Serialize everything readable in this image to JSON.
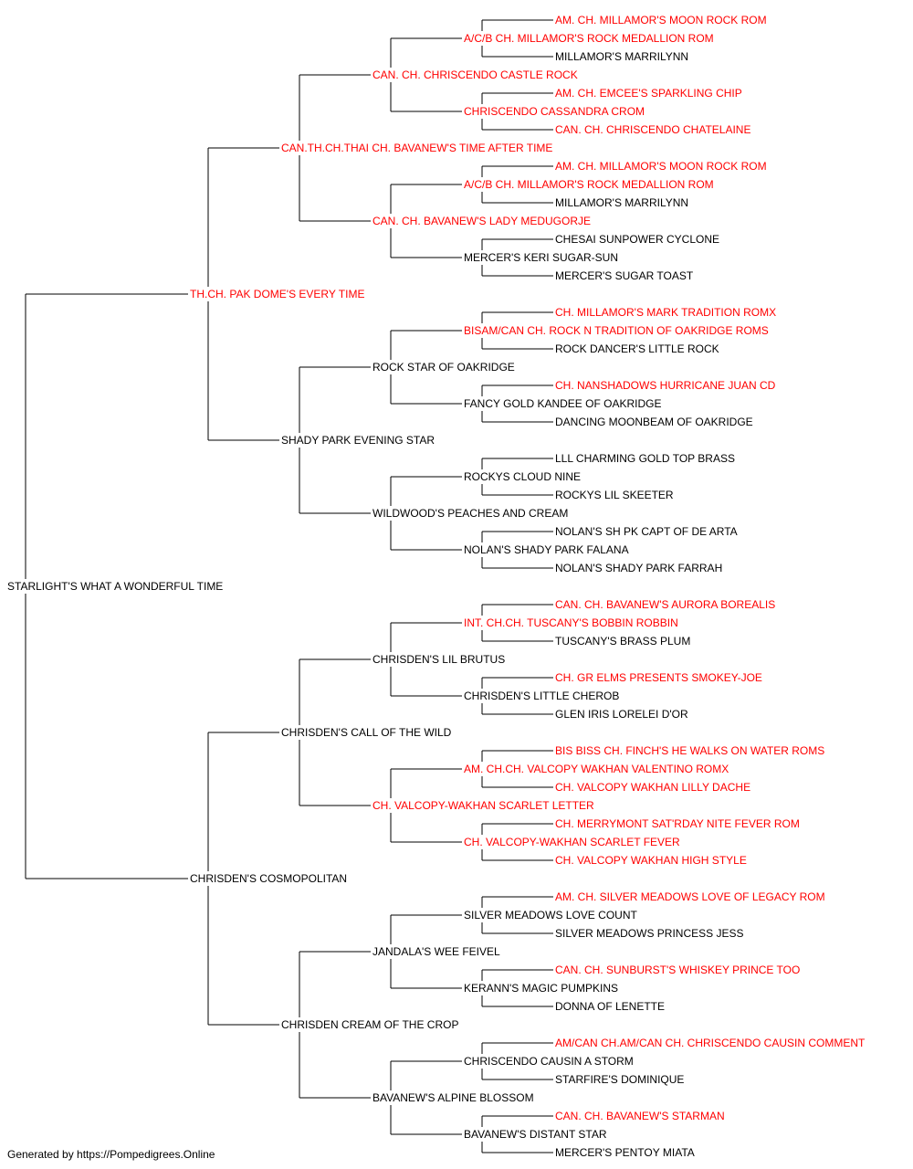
{
  "colors": {
    "champion": "#ff0000",
    "normal": "#000000",
    "line": "#000000"
  },
  "footer": "Generated by https://Pompedigrees.Online",
  "pedigree": {
    "name": "STARLIGHT'S WHAT A WONDERFUL TIME",
    "champion": false,
    "sire": {
      "name": "TH.CH. PAK DOME'S EVERY TIME",
      "champion": true,
      "sire": {
        "name": "CAN.TH.CH.THAI CH. BAVANEW'S TIME AFTER TIME",
        "champion": true,
        "sire": {
          "name": "CAN. CH. CHRISCENDO CASTLE ROCK",
          "champion": true,
          "sire": {
            "name": "A/C/B CH. MILLAMOR'S ROCK MEDALLION ROM",
            "champion": true,
            "sire": {
              "name": "AM. CH. MILLAMOR'S MOON ROCK ROM",
              "champion": true
            },
            "dam": {
              "name": "MILLAMOR'S MARRILYNN",
              "champion": false
            }
          },
          "dam": {
            "name": "CHRISCENDO CASSANDRA CROM",
            "champion": true,
            "sire": {
              "name": "AM. CH. EMCEE'S SPARKLING CHIP",
              "champion": true
            },
            "dam": {
              "name": "CAN. CH. CHRISCENDO CHATELAINE",
              "champion": true
            }
          }
        },
        "dam": {
          "name": "CAN. CH. BAVANEW'S LADY MEDUGORJE",
          "champion": true,
          "sire": {
            "name": "A/C/B CH. MILLAMOR'S ROCK MEDALLION ROM",
            "champion": true,
            "sire": {
              "name": "AM. CH. MILLAMOR'S MOON ROCK ROM",
              "champion": true
            },
            "dam": {
              "name": "MILLAMOR'S MARRILYNN",
              "champion": false
            }
          },
          "dam": {
            "name": "MERCER'S KERI SUGAR-SUN",
            "champion": false,
            "sire": {
              "name": "CHESAI SUNPOWER CYCLONE",
              "champion": false
            },
            "dam": {
              "name": "MERCER'S SUGAR TOAST",
              "champion": false
            }
          }
        }
      },
      "dam": {
        "name": "SHADY PARK EVENING STAR",
        "champion": false,
        "sire": {
          "name": "ROCK STAR OF OAKRIDGE",
          "champion": false,
          "sire": {
            "name": "BISAM/CAN CH. ROCK N TRADITION OF OAKRIDGE ROMS",
            "champion": true,
            "sire": {
              "name": "CH. MILLAMOR'S MARK TRADITION ROMX",
              "champion": true
            },
            "dam": {
              "name": "ROCK DANCER'S LITTLE ROCK",
              "champion": false
            }
          },
          "dam": {
            "name": "FANCY GOLD KANDEE OF OAKRIDGE",
            "champion": false,
            "sire": {
              "name": "CH. NANSHADOWS HURRICANE JUAN CD",
              "champion": true
            },
            "dam": {
              "name": "DANCING MOONBEAM OF OAKRIDGE",
              "champion": false
            }
          }
        },
        "dam": {
          "name": "WILDWOOD'S PEACHES AND CREAM",
          "champion": false,
          "sire": {
            "name": "ROCKYS CLOUD NINE",
            "champion": false,
            "sire": {
              "name": "LLL CHARMING GOLD TOP BRASS",
              "champion": false
            },
            "dam": {
              "name": "ROCKYS LIL SKEETER",
              "champion": false
            }
          },
          "dam": {
            "name": "NOLAN'S SHADY PARK FALANA",
            "champion": false,
            "sire": {
              "name": "NOLAN'S SH PK CAPT OF DE ARTA",
              "champion": false
            },
            "dam": {
              "name": "NOLAN'S SHADY PARK FARRAH",
              "champion": false
            }
          }
        }
      }
    },
    "dam": {
      "name": "CHRISDEN'S COSMOPOLITAN",
      "champion": false,
      "sire": {
        "name": "CHRISDEN'S CALL OF THE WILD",
        "champion": false,
        "sire": {
          "name": "CHRISDEN'S LIL BRUTUS",
          "champion": false,
          "sire": {
            "name": "INT. CH.CH. TUSCANY'S BOBBIN ROBBIN",
            "champion": true,
            "sire": {
              "name": "CAN. CH. BAVANEW'S AURORA BOREALIS",
              "champion": true
            },
            "dam": {
              "name": "TUSCANY'S BRASS PLUM",
              "champion": false
            }
          },
          "dam": {
            "name": "CHRISDEN'S LITTLE CHEROB",
            "champion": false,
            "sire": {
              "name": "CH. GR ELMS PRESENTS SMOKEY-JOE",
              "champion": true
            },
            "dam": {
              "name": "GLEN IRIS LORELEI D'OR",
              "champion": false
            }
          }
        },
        "dam": {
          "name": "CH. VALCOPY-WAKHAN SCARLET LETTER",
          "champion": true,
          "sire": {
            "name": "AM. CH.CH. VALCOPY WAKHAN VALENTINO ROMX",
            "champion": true,
            "sire": {
              "name": "BIS BISS CH. FINCH'S HE WALKS ON WATER ROMS",
              "champion": true
            },
            "dam": {
              "name": "CH. VALCOPY WAKHAN LILLY DACHE",
              "champion": true
            }
          },
          "dam": {
            "name": "CH. VALCOPY-WAKHAN SCARLET FEVER",
            "champion": true,
            "sire": {
              "name": "CH. MERRYMONT SAT'RDAY NITE FEVER ROM",
              "champion": true
            },
            "dam": {
              "name": "CH. VALCOPY WAKHAN HIGH STYLE",
              "champion": true
            }
          }
        }
      },
      "dam": {
        "name": "CHRISDEN CREAM OF THE CROP",
        "champion": false,
        "sire": {
          "name": "JANDALA'S WEE FEIVEL",
          "champion": false,
          "sire": {
            "name": "SILVER MEADOWS LOVE COUNT",
            "champion": false,
            "sire": {
              "name": "AM. CH. SILVER MEADOWS LOVE OF LEGACY ROM",
              "champion": true
            },
            "dam": {
              "name": "SILVER MEADOWS PRINCESS JESS",
              "champion": false
            }
          },
          "dam": {
            "name": "KERANN'S MAGIC PUMPKINS",
            "champion": false,
            "sire": {
              "name": "CAN. CH. SUNBURST'S WHISKEY PRINCE TOO",
              "champion": true
            },
            "dam": {
              "name": "DONNA OF LENETTE",
              "champion": false
            }
          }
        },
        "dam": {
          "name": "BAVANEW'S ALPINE BLOSSOM",
          "champion": false,
          "sire": {
            "name": "CHRISCENDO CAUSIN A STORM",
            "champion": false,
            "sire": {
              "name": "AM/CAN CH.AM/CAN CH. CHRISCENDO CAUSIN COMMENT",
              "champion": true
            },
            "dam": {
              "name": "STARFIRE'S DOMINIQUE",
              "champion": false
            }
          },
          "dam": {
            "name": "BAVANEW'S DISTANT STAR",
            "champion": false,
            "sire": {
              "name": "CAN. CH. BAVANEW'S STARMAN",
              "champion": true
            },
            "dam": {
              "name": "MERCER'S PENTOY MIATA",
              "champion": false
            }
          }
        }
      }
    }
  }
}
